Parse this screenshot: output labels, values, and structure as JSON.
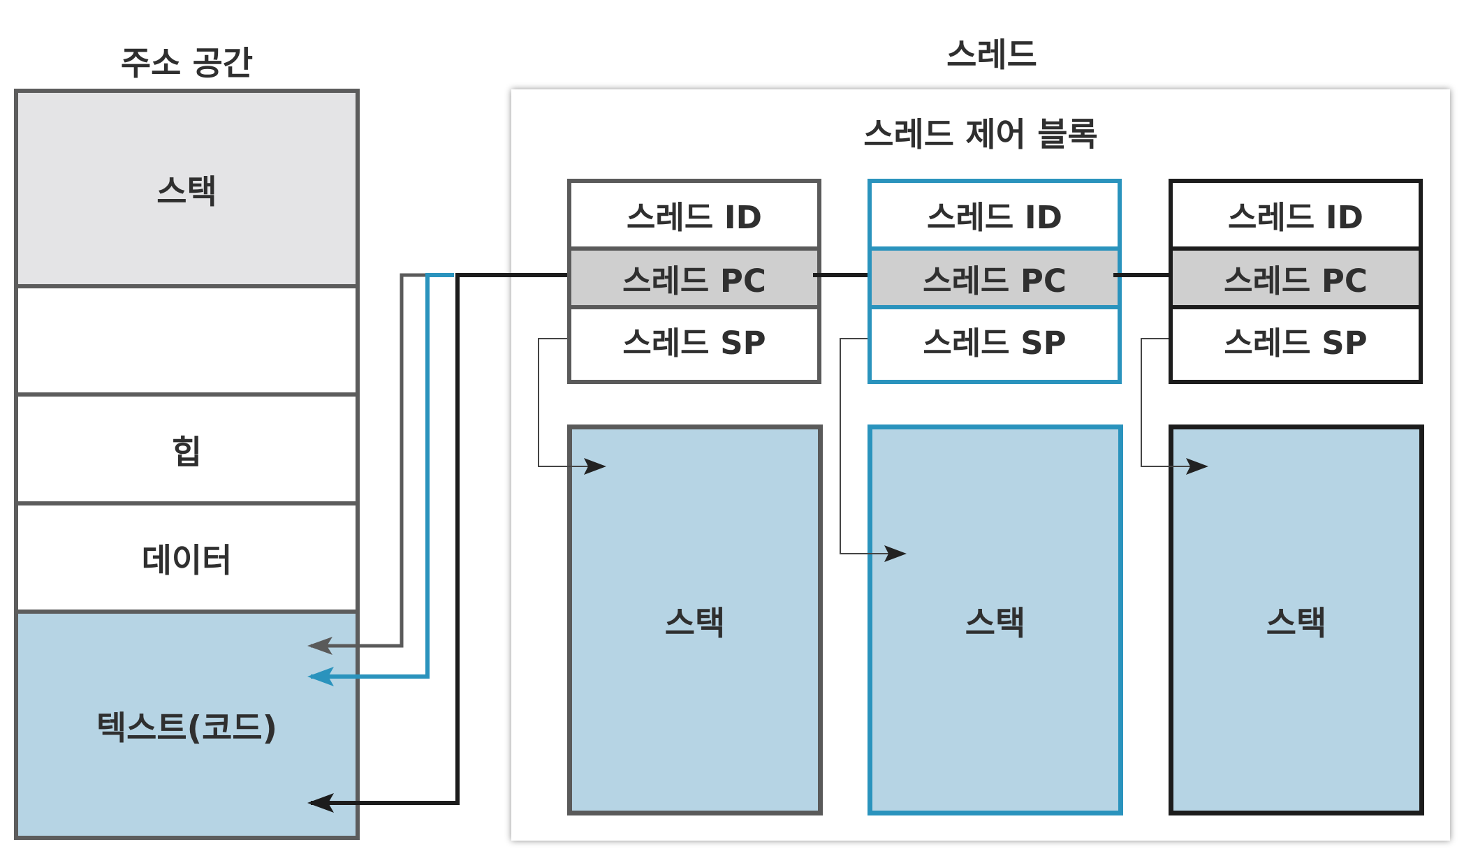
{
  "address_space": {
    "title": "주소 공간",
    "segments": [
      "스택",
      "",
      "힙",
      "데이터",
      "텍스트(코드)"
    ]
  },
  "threads": {
    "title": "스레드",
    "panel_title": "스레드 제어 블록",
    "tcbs": [
      {
        "id_label": "스레드 ID",
        "pc_label": "스레드 PC",
        "sp_label": "스레드 SP",
        "stack_label": "스택",
        "color": "#5a5a5a"
      },
      {
        "id_label": "스레드 ID",
        "pc_label": "스레드 PC",
        "sp_label": "스레드 SP",
        "stack_label": "스택",
        "color": "#2a93bd"
      },
      {
        "id_label": "스레드 ID",
        "pc_label": "스레드 PC",
        "sp_label": "스레드 SP",
        "stack_label": "스택",
        "color": "#1c1c1c"
      }
    ]
  },
  "colors": {
    "text_segment_fill": "#b6d4e4",
    "stack_fill": "#b6d4e4",
    "pc_row_fill": "#cfcfcf",
    "address_space_stack_fill": "#e4e4e6"
  }
}
